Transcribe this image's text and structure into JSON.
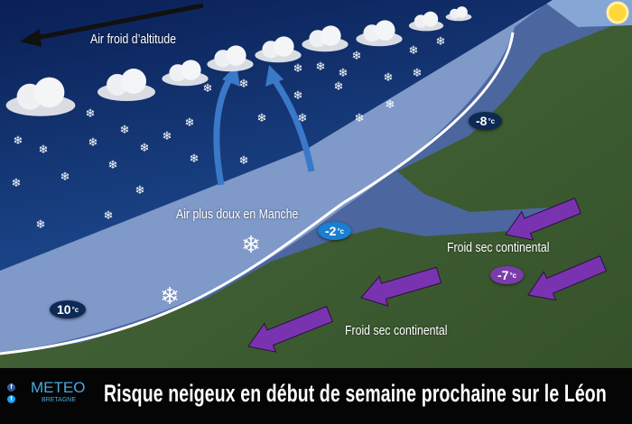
{
  "labels": {
    "upper_air": "Air froid d’altitude",
    "channel_air": "Air plus doux en Manche",
    "continental_1": "Froid sec continental",
    "continental_2": "Froid sec continental"
  },
  "temperatures": [
    {
      "value": "-8",
      "unit": "°c",
      "color": "#0d2a55"
    },
    {
      "value": "-2",
      "unit": "°c",
      "color": "#1a7fd0"
    },
    {
      "value": "-7",
      "unit": "°c",
      "color": "#7a3cad"
    },
    {
      "value": "10",
      "unit": "°c",
      "color": "#0d2a55"
    }
  ],
  "footer": {
    "title": "Risque neigeux en début de semaine prochaine sur le Léon",
    "logo_text": "METEO",
    "logo_sub": "BRETAGNE",
    "social": [
      "facebook-icon",
      "twitter-icon"
    ]
  },
  "colors": {
    "cold_air": "#0e2a66",
    "land": "#3f5a2e",
    "sea": "#4d6aa6",
    "continental_arrow": "#7a33b0",
    "rising_arrow": "#3a78c8"
  }
}
